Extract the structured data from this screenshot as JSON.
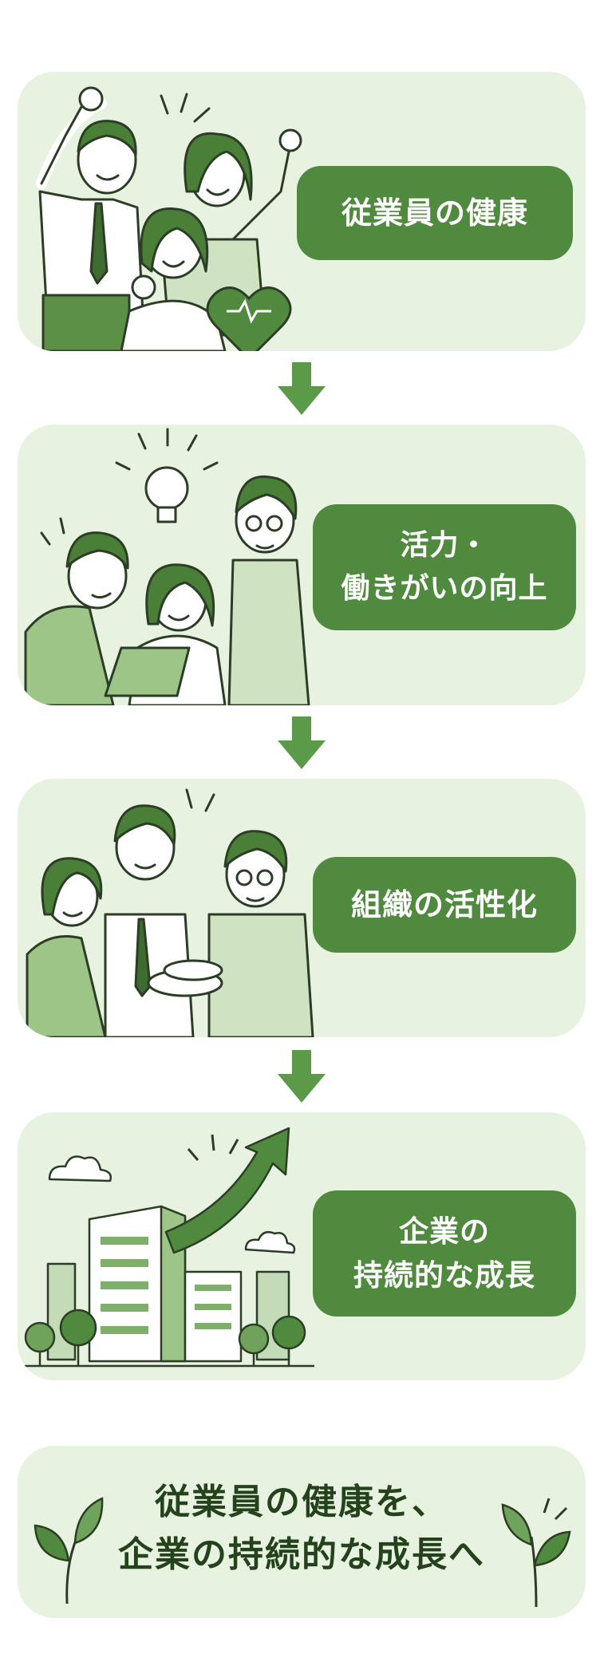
{
  "steps": [
    {
      "lines": [
        "従業員の健康"
      ]
    },
    {
      "lines": [
        "活力・",
        "働きがいの向上"
      ]
    },
    {
      "lines": [
        "組織の活性化"
      ]
    },
    {
      "lines": [
        "企業の",
        "持続的な成長"
      ]
    }
  ],
  "footer": {
    "lines": [
      "従業員の健康を、",
      "企業の持続的な成長へ"
    ]
  },
  "colors": {
    "card_bg": "#e8f2e1",
    "pill_bg": "#4f8a3e",
    "arrow": "#5a9a48",
    "footer_text": "#24421b",
    "line": "#2c3d26",
    "skin": "#ffffff",
    "hair": "#4a7f38"
  },
  "icons": [
    "heart-pulse-icon",
    "lightbulb-icon",
    "growth-arrow-icon",
    "leaf-icon",
    "down-arrow-icon",
    "cloud-icon",
    "tree-icon",
    "building-icon"
  ]
}
